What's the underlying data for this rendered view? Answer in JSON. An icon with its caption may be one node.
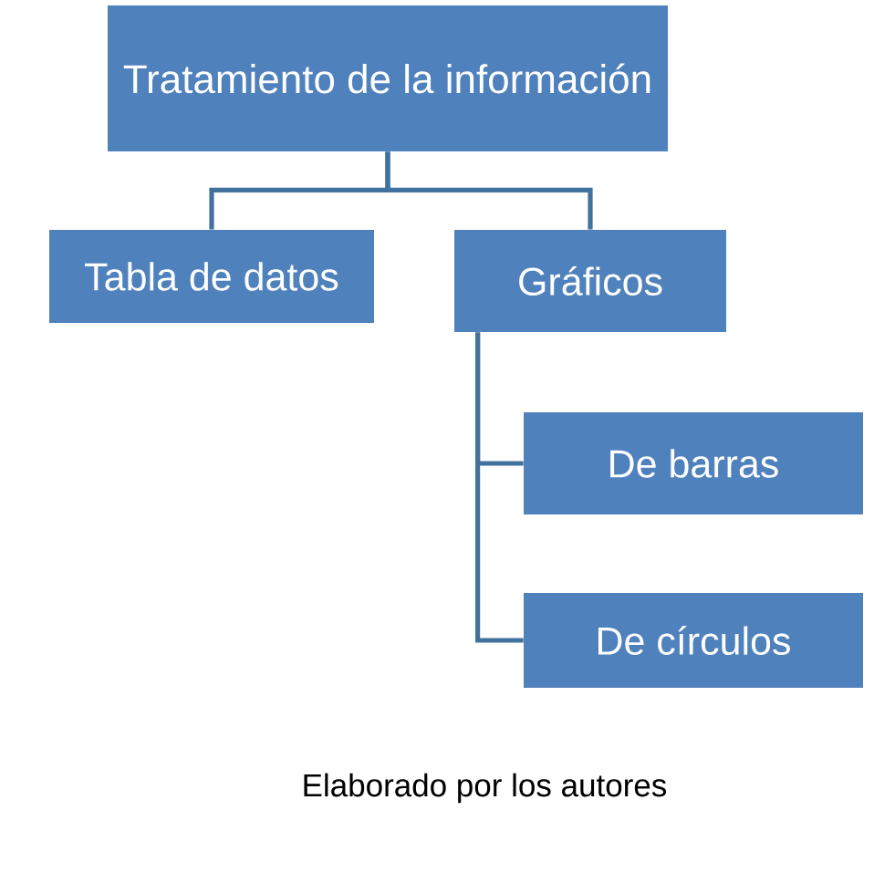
{
  "diagram": {
    "nodes": [
      {
        "text": [
          "Tratamiento de la información"
        ]
      },
      {
        "text": [
          "Tabla de datos"
        ]
      },
      {
        "text": [
          "Gráficos"
        ]
      },
      {
        "text": [
          "De barras"
        ]
      },
      {
        "text": [
          "De círculos"
        ]
      }
    ],
    "edges": [
      {
        "from": 0,
        "to": 1,
        "arrow": "none"
      },
      {
        "from": 0,
        "to": 2,
        "arrow": "none"
      },
      {
        "from": 2,
        "to": 3,
        "arrow": "none"
      },
      {
        "from": 2,
        "to": 4,
        "arrow": "none"
      }
    ],
    "caption": "Elaborado por los autores"
  }
}
